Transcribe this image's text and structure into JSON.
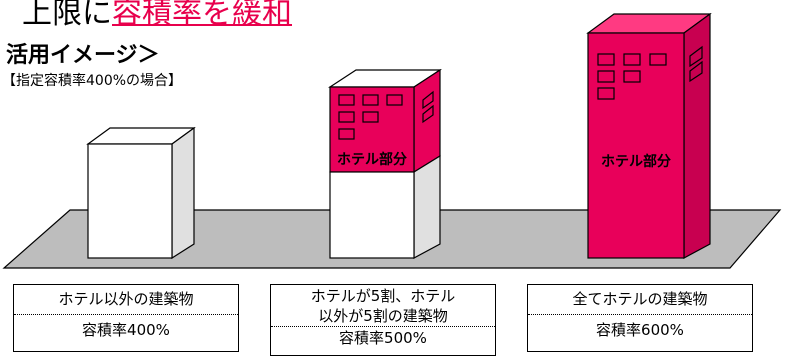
{
  "header": {
    "title_prefix": "上限に",
    "title_emphasis": "容積率を緩和",
    "use_heading": "活用イメージ＞",
    "condition": "【指定容積率400%の場合】"
  },
  "buildings": [
    {
      "hotel_label": "",
      "line1": "ホテル以外の建築物",
      "line2": "",
      "far": "容積率400%"
    },
    {
      "hotel_label": "ホテル部分",
      "line1": "ホテルが5割、ホテル",
      "line2": "以外が5割の建築物",
      "far": "容積率500%"
    },
    {
      "hotel_label": "ホテル部分",
      "line1": "全てホテルの建築物",
      "line2": "",
      "far": "容積率600%"
    }
  ],
  "colors": {
    "hotel": "#e8005a",
    "hotel_side": "#c80050",
    "hotel_top": "#ff3a82",
    "ground": "#bdbdbd",
    "emphasis": "#e8004c"
  }
}
